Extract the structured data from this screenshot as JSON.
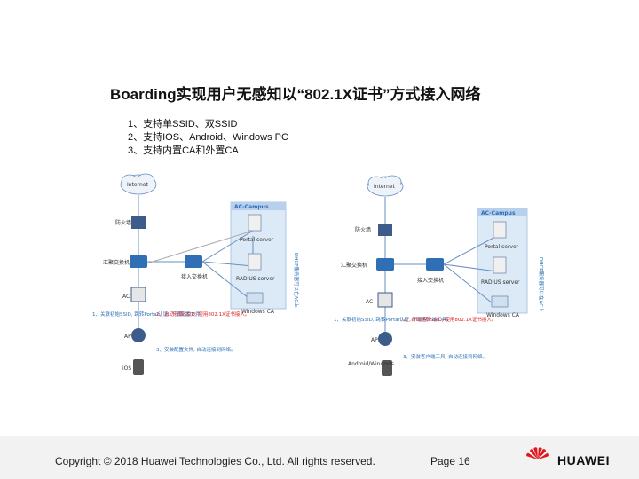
{
  "title": "Boarding实现用户无感知以“802.1X证书”方式接入网络",
  "bullets": [
    "1、支持单SSID、双SSID",
    "2、支持IOS、Android、Windows PC",
    "3、支持内置CA和外置CA"
  ],
  "diagram_left": {
    "internet": "Internet",
    "firewall": "防火墙",
    "aggregation_switch": "汇聚交换机",
    "access_switch": "接入交换机",
    "ac": "AC",
    "ap": "AP",
    "terminal": "iOS",
    "ac_campus": "AC-Campus",
    "portal_server": "Portal server",
    "radius_server": "RADIUS server",
    "windows_ca": "Windows CA",
    "side_note": "DHCP服务器可以在AC上",
    "step1": "1、关联初始SSID, 跳转Portal认证, 下载配置文件。",
    "step2": "2、自动获取SSID, 使用802.1X证书接入。",
    "step3": "3、安装配置文件, 自动连接到网络。"
  },
  "diagram_right": {
    "internet": "Internet",
    "firewall": "防火墙",
    "aggregation_switch": "汇聚交换机",
    "access_switch": "接入交换机",
    "ac": "AC",
    "ap": "AP",
    "terminal": "Android/Windows",
    "ac_campus": "AC-Campus",
    "portal_server": "Portal server",
    "radius_server": "RADIUS server",
    "windows_ca": "Windows CA",
    "side_note": "DHCP服务器可以在AC上",
    "step1": "1、关联初始SSID, 跳转Portal认证, 下载客户端工具。",
    "step2": "2、自动获取SSID, 使用802.1X证书接入。",
    "step3": "3、安装客户端工具, 自动连接到网络。"
  },
  "footer": {
    "copyright": "Copyright © 2018 Huawei Technologies Co., Ltd. All rights reserved.",
    "page": "Page 16",
    "brand": "HUAWEI"
  },
  "colors": {
    "footer_bg": "#f2f2f2",
    "brand_red": "#e0161c",
    "link_blue": "#2a6fb5",
    "panel_blue": "#dce9f6"
  }
}
